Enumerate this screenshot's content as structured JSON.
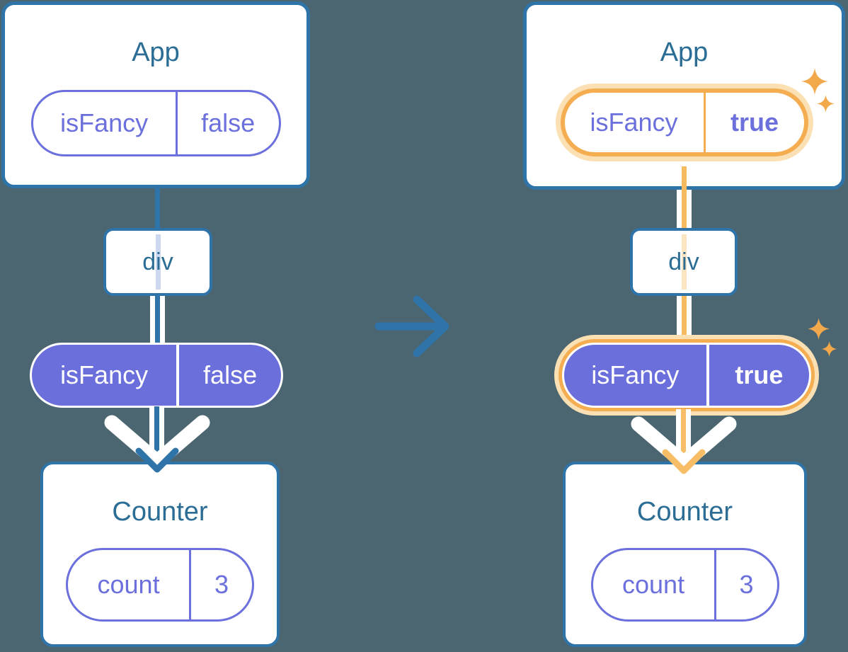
{
  "before": {
    "app_title": "App",
    "prop_name": "isFancy",
    "prop_value": "false",
    "div_label": "div",
    "flow_name": "isFancy",
    "flow_value": "false",
    "counter_title": "Counter",
    "state_name": "count",
    "state_value": "3"
  },
  "after": {
    "app_title": "App",
    "prop_name": "isFancy",
    "prop_value": "true",
    "div_label": "div",
    "flow_name": "isFancy",
    "flow_value": "true",
    "counter_title": "Counter",
    "state_name": "count",
    "state_value": "3"
  },
  "colors": {
    "background": "#4B6671",
    "box_border": "#2E74A8",
    "heading_text": "#2B6D94",
    "purple": "#6B70DC",
    "purple_fill": "#6A6FDB",
    "highlight_orange": "#F5AD52",
    "highlight_glow": "#FBE0B4",
    "arrow_orange": "#F8BE67",
    "sparkle_orange": "#F2A94C",
    "white": "#FFFFFF"
  }
}
